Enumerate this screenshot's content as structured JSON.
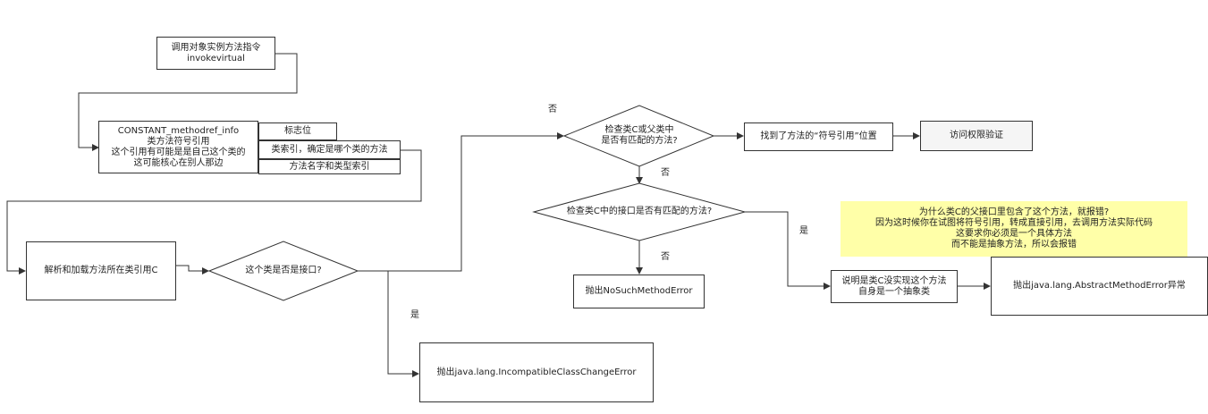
{
  "nodes": {
    "invoke": "调用对象实例方法指令\ninvokevirtual",
    "cpinfo": "CONSTANT_methodref_info\n类方法符号引用\n这个引用有可能是是自己这个类的\n这可能核心在别人那边",
    "flag": "标志位",
    "classidx": "类索引，确定是哪个类的方法",
    "nametype": "方法名字和类型索引",
    "resolve": "解析和加载方法所在类引用C",
    "isinterface": "这个类是否是接口?",
    "icce": "抛出java.lang.IncompatibleClassChangeError",
    "checkc": "检查类C或父类中\n是否有匹配的方法?",
    "found": "找到了方法的“符号引用”位置",
    "access": "访问权限验证",
    "checkiface": "检查类C中的接口是否有匹配的方法?",
    "nsme": "抛出NoSuchMethodError",
    "abstractc": "说明是类C没实现这个方法\n自身是一个抽象类",
    "ame": "抛出java.lang.AbstractMethodError异常"
  },
  "labels": {
    "no_top": "否",
    "no_mid": "否",
    "no_bottom": "否",
    "yes_iface": "是",
    "yes_check": "是"
  },
  "note": "为什么类C的父接口里包含了这个方法，就报错?\n因为这时候你在试图将符号引用，转成直接引用，去调用方法实际代码\n这要求你必须是一个具体方法\n而不能是抽象方法，所以会报错",
  "colors": {
    "note_bg": "#ffffa8",
    "line": "#333333",
    "grey_box": "#f5f5f5"
  }
}
